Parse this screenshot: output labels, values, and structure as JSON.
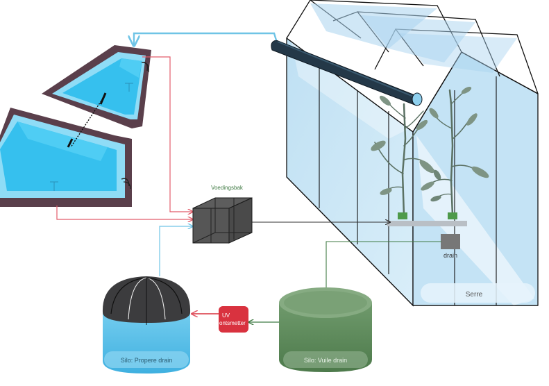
{
  "labels": {
    "voedingsbak": "Voedingsbak",
    "drain": "drain",
    "serre": "Serre",
    "uv_line1": "UV",
    "uv_line2": "ontsmetter",
    "silo_propere": "Silo: Propere drain",
    "silo_vuile": "Silo: Vuile drain"
  },
  "icons": {
    "basin_upper": "water-basin-icon",
    "basin_lower": "water-basin-icon",
    "greenhouse": "greenhouse-icon",
    "gutter": "rain-gutter-icon",
    "plant": "tomato-plant-icon",
    "silo": "silo-tank-icon",
    "mixing_tank": "mixing-tank-icon",
    "uv": "uv-disinfector-icon"
  },
  "colors": {
    "water": "#36c0ee",
    "water_light": "#8fdcf6",
    "basin_rim": "#5a3f4b",
    "pipe_red": "#e25c6a",
    "pipe_blue": "#6fc4e6",
    "pipe_green": "#3f7a43",
    "pipe_dark": "#333333",
    "glass": "#cfe8f6",
    "glass_dark": "#a9d3ef",
    "silo_clean": "#67c4e8",
    "silo_cover": "#3c3c3e",
    "silo_dirty": "#5d8a5b",
    "uv_red": "#d9323f",
    "tank_gray": "#5a5a5a"
  }
}
